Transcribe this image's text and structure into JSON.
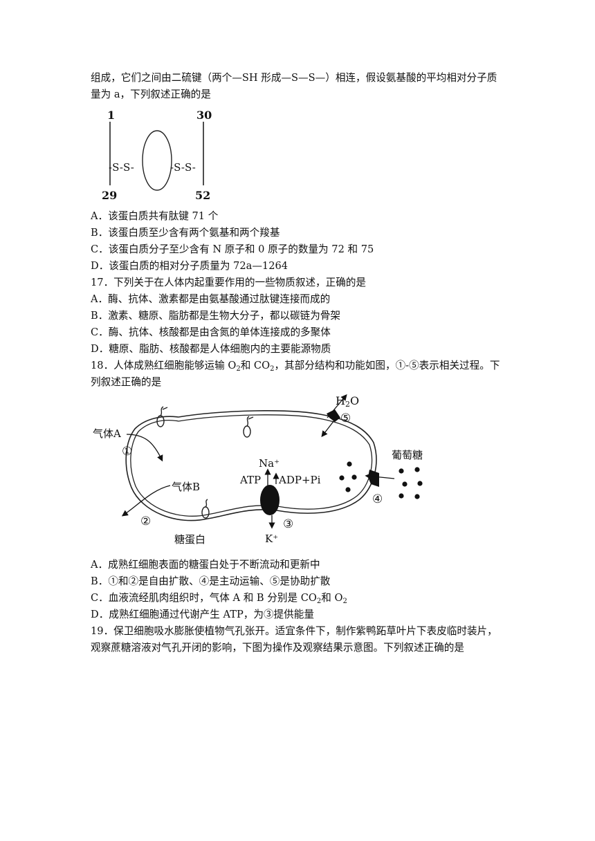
{
  "q16": {
    "stem_line1": "组成，它们之间由二硫键（两个—SH 形成—S—S—）相连，假设氨基酸的平均相对分子质",
    "stem_line2": "量为 a，下列叙述正确的是",
    "figure": {
      "label_top_left": "1",
      "label_top_right": "30",
      "label_bottom_left": "29",
      "label_bottom_right": "52",
      "bond_left": "-S-S-",
      "bond_right": "-S-S-"
    },
    "options": [
      "A．该蛋白质共有肽键 71 个",
      "B．该蛋白质至少含有两个氨基和两个羧基",
      "C．该蛋白质分子至少含有 N 原子和 0 原子的数量为 72 和 75",
      "D．该蛋白质的相对分子质量为 72a—1264"
    ]
  },
  "q17": {
    "stem": "17．下列关于在人体内起重要作用的一些物质叙述，正确的是",
    "options": [
      "A．酶、抗体、激素都是由氨基酸通过肽键连接而成的",
      "B．激素、糖原、脂肪都是生物大分子，都以碳链为骨架",
      "C．酶、抗体、核酸都是由含氮的单体连接成的多聚体",
      "D．糖原、脂肪、核酸都是人体细胞内的主要能源物质"
    ]
  },
  "q18": {
    "stem_part1": "18．人体成熟红细胞能够运输 O",
    "stem_sub1": "2",
    "stem_part2": "和 CO",
    "stem_sub2": "2",
    "stem_part3": "，其部分结构和功能如图，①-⑤表示相关过程。下",
    "stem_line2": "列叙述正确的是",
    "figure": {
      "water_main": "H",
      "water_sub": "2",
      "water_tail": "O",
      "gas_a": "气体A",
      "gas_b": "气体B",
      "glucose": "葡萄糖",
      "sodium": "Na⁺",
      "potassium": "K⁺",
      "atp": "ATP",
      "adp": "ADP+Pi",
      "glycoprotein": "糖蛋白",
      "p1": "①",
      "p2": "②",
      "p3": "③",
      "p4": "④",
      "p5": "⑤"
    },
    "option_a": "A．成熟红细胞表面的糖蛋白处于不断流动和更新中",
    "option_b": "B．①和②是自由扩散、④是主动运输、⑤是协助扩散",
    "option_c_part1": "C．血液流经肌肉组织时，气体 A 和 B 分别是 CO",
    "option_c_sub1": "2",
    "option_c_part2": "和 O",
    "option_c_sub2": "2",
    "option_d": "D．成熟红细胞通过代谢产生 ATP，为③提供能量"
  },
  "q19": {
    "stem_line1": "19．保卫细胞吸水膨胀使植物气孔张开。适宜条件下，制作紫鸭跖草叶片下表皮临时装片，",
    "stem_line2": "观察蔗糖溶液对气孔开闭的影响，下图为操作及观察结果示意图。下列叙述正确的是"
  }
}
